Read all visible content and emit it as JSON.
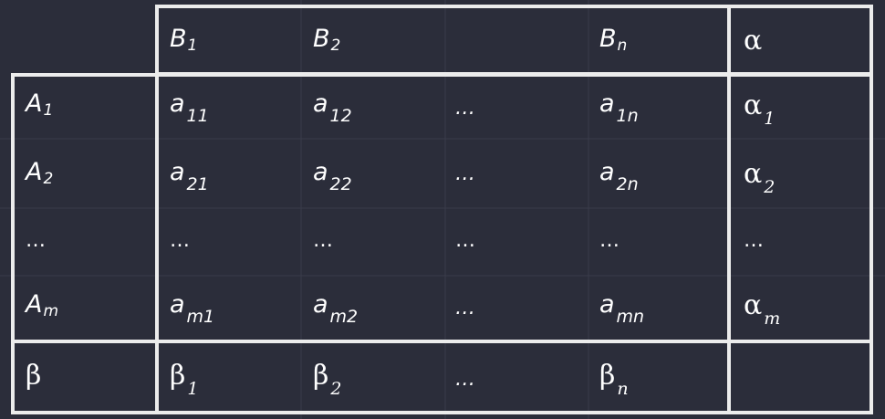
{
  "header": {
    "b1": "B",
    "b1_sub": "1",
    "b2": "B",
    "b2_sub": "2",
    "bn": "B",
    "bn_sub": "n",
    "alpha": "α"
  },
  "rows": [
    {
      "label": "A",
      "label_sub": "1",
      "c1": "a",
      "c1_sub": "11",
      "c2": "a",
      "c2_sub": "12",
      "c3": "…",
      "cn": "a",
      "cn_sub": "1n",
      "alpha": "α",
      "alpha_sub": "1"
    },
    {
      "label": "A",
      "label_sub": "2",
      "c1": "a",
      "c1_sub": "21",
      "c2": "a",
      "c2_sub": "22",
      "c3": "…",
      "cn": "a",
      "cn_sub": "2n",
      "alpha": "α",
      "alpha_sub": "2"
    },
    {
      "label": "…",
      "c1": "…",
      "c2": "…",
      "c3": "…",
      "cn": "…",
      "alpha": "…"
    },
    {
      "label": "A",
      "label_sub": "m",
      "c1": "a",
      "c1_sub": "m1",
      "c2": "a",
      "c2_sub": "m2",
      "c3": "…",
      "cn": "a",
      "cn_sub": "mn",
      "alpha": "α",
      "alpha_sub": "m"
    }
  ],
  "footer": {
    "beta": "β",
    "b1": "β",
    "b1_sub": "1",
    "b2": "β",
    "b2_sub": "2",
    "dots": "…",
    "bn": "β",
    "bn_sub": "n"
  }
}
